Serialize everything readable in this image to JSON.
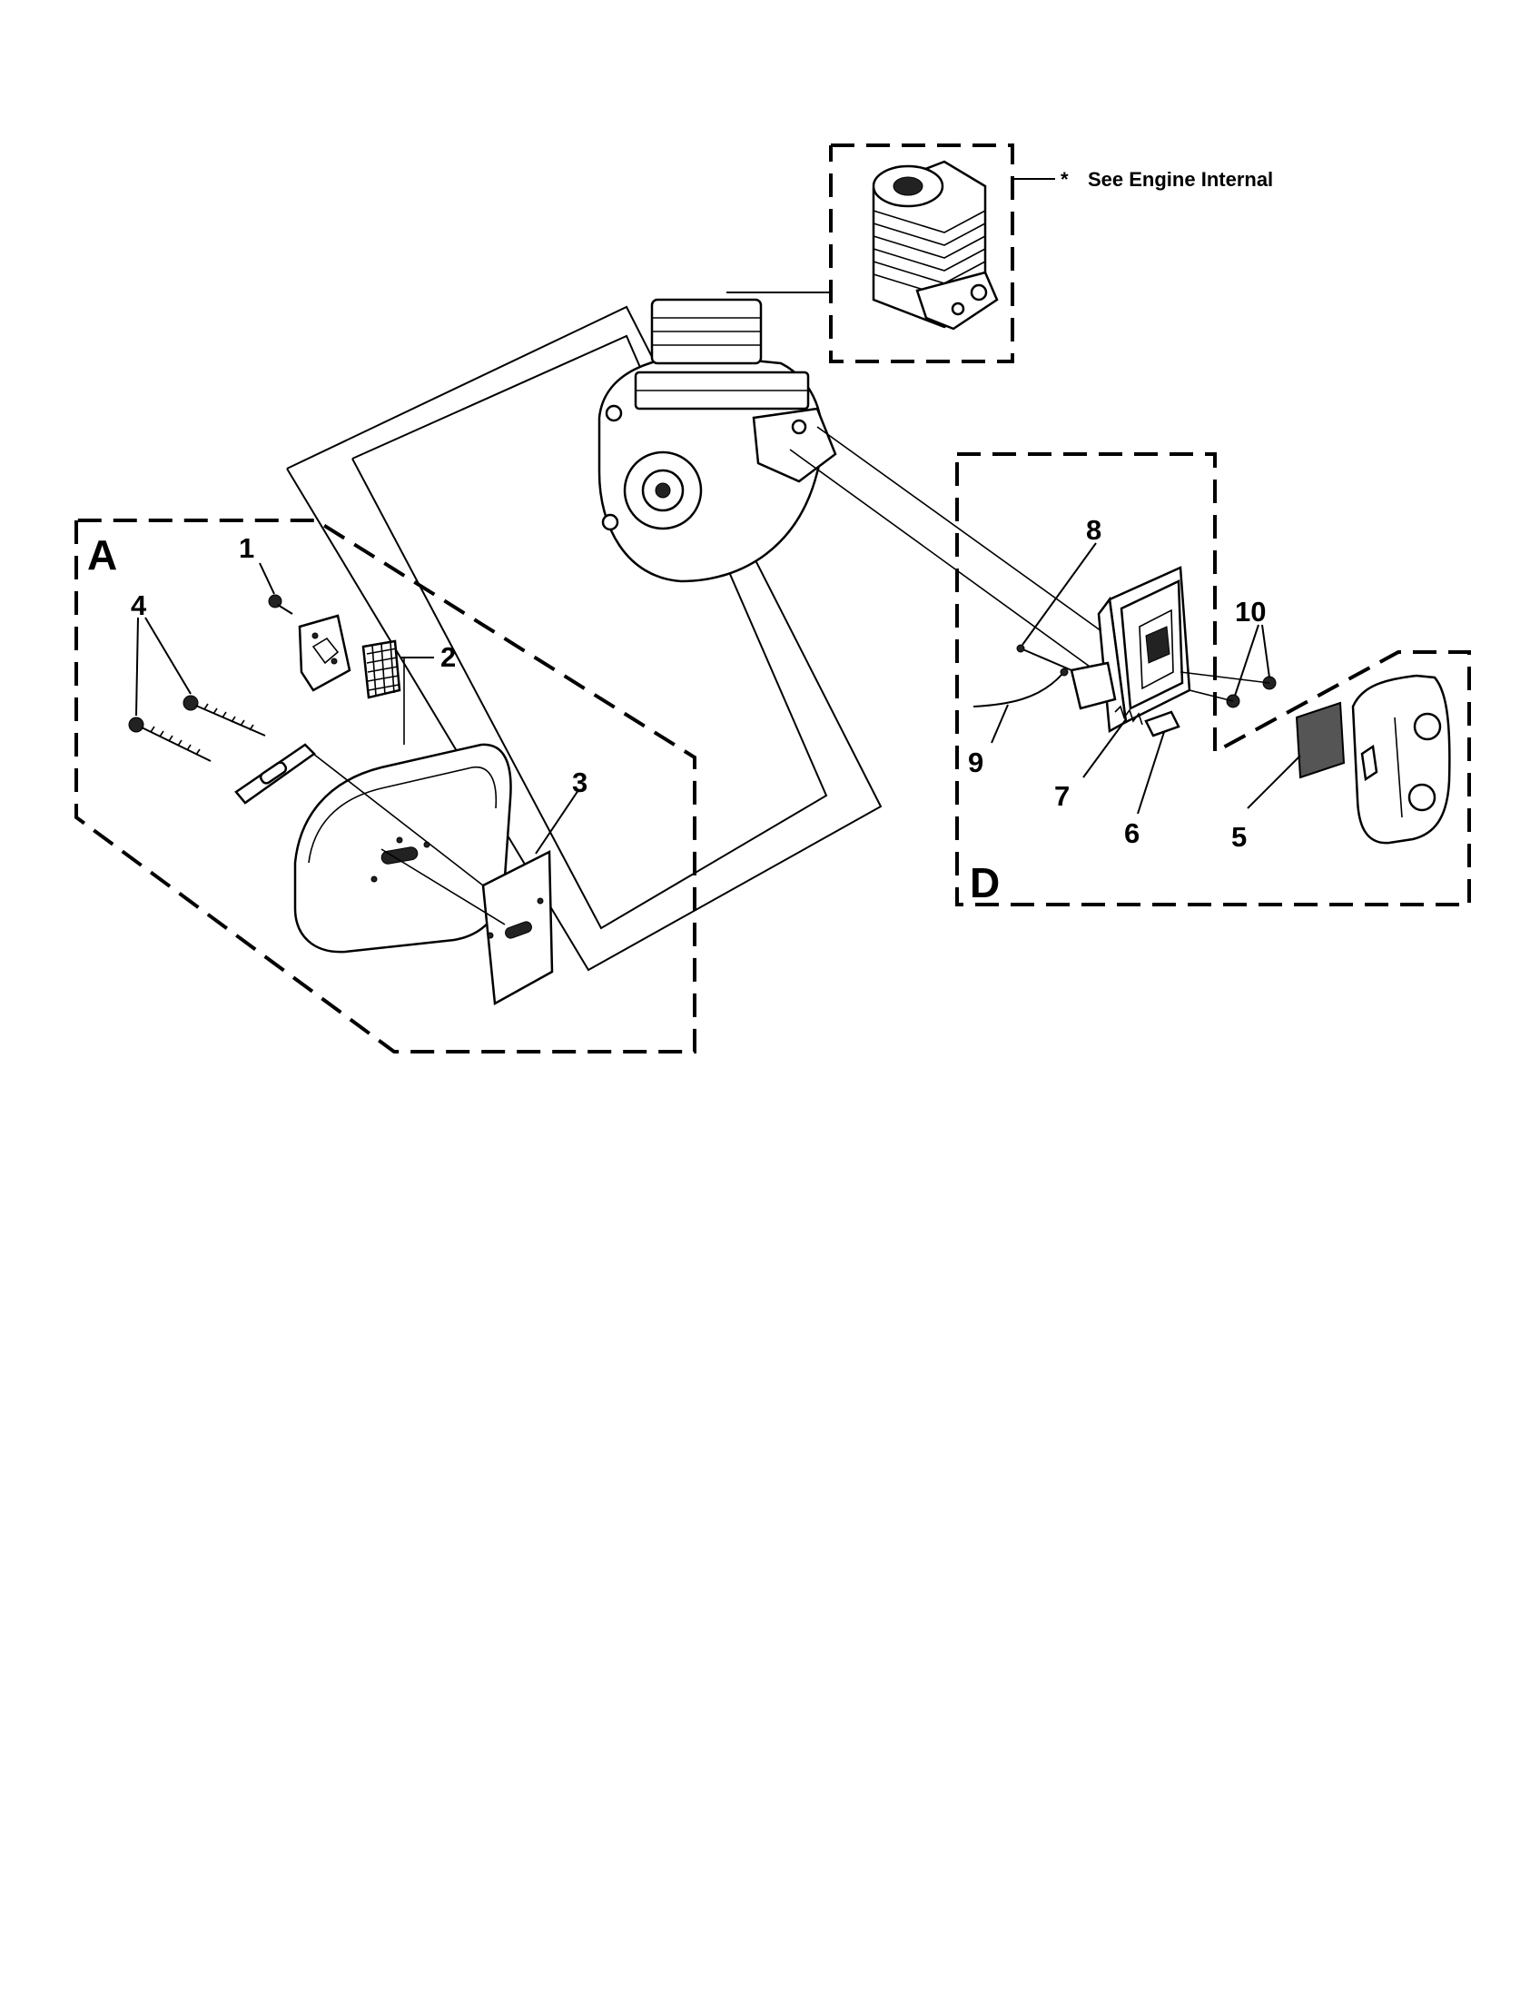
{
  "note": {
    "asterisk": "*",
    "text": "See Engine Internal"
  },
  "groups": {
    "a": "A",
    "d": "D"
  },
  "callouts": {
    "c1": "1",
    "c2": "2",
    "c3": "3",
    "c4": "4",
    "c5": "5",
    "c6": "6",
    "c7": "7",
    "c8": "8",
    "c9": "9",
    "c10": "10"
  }
}
